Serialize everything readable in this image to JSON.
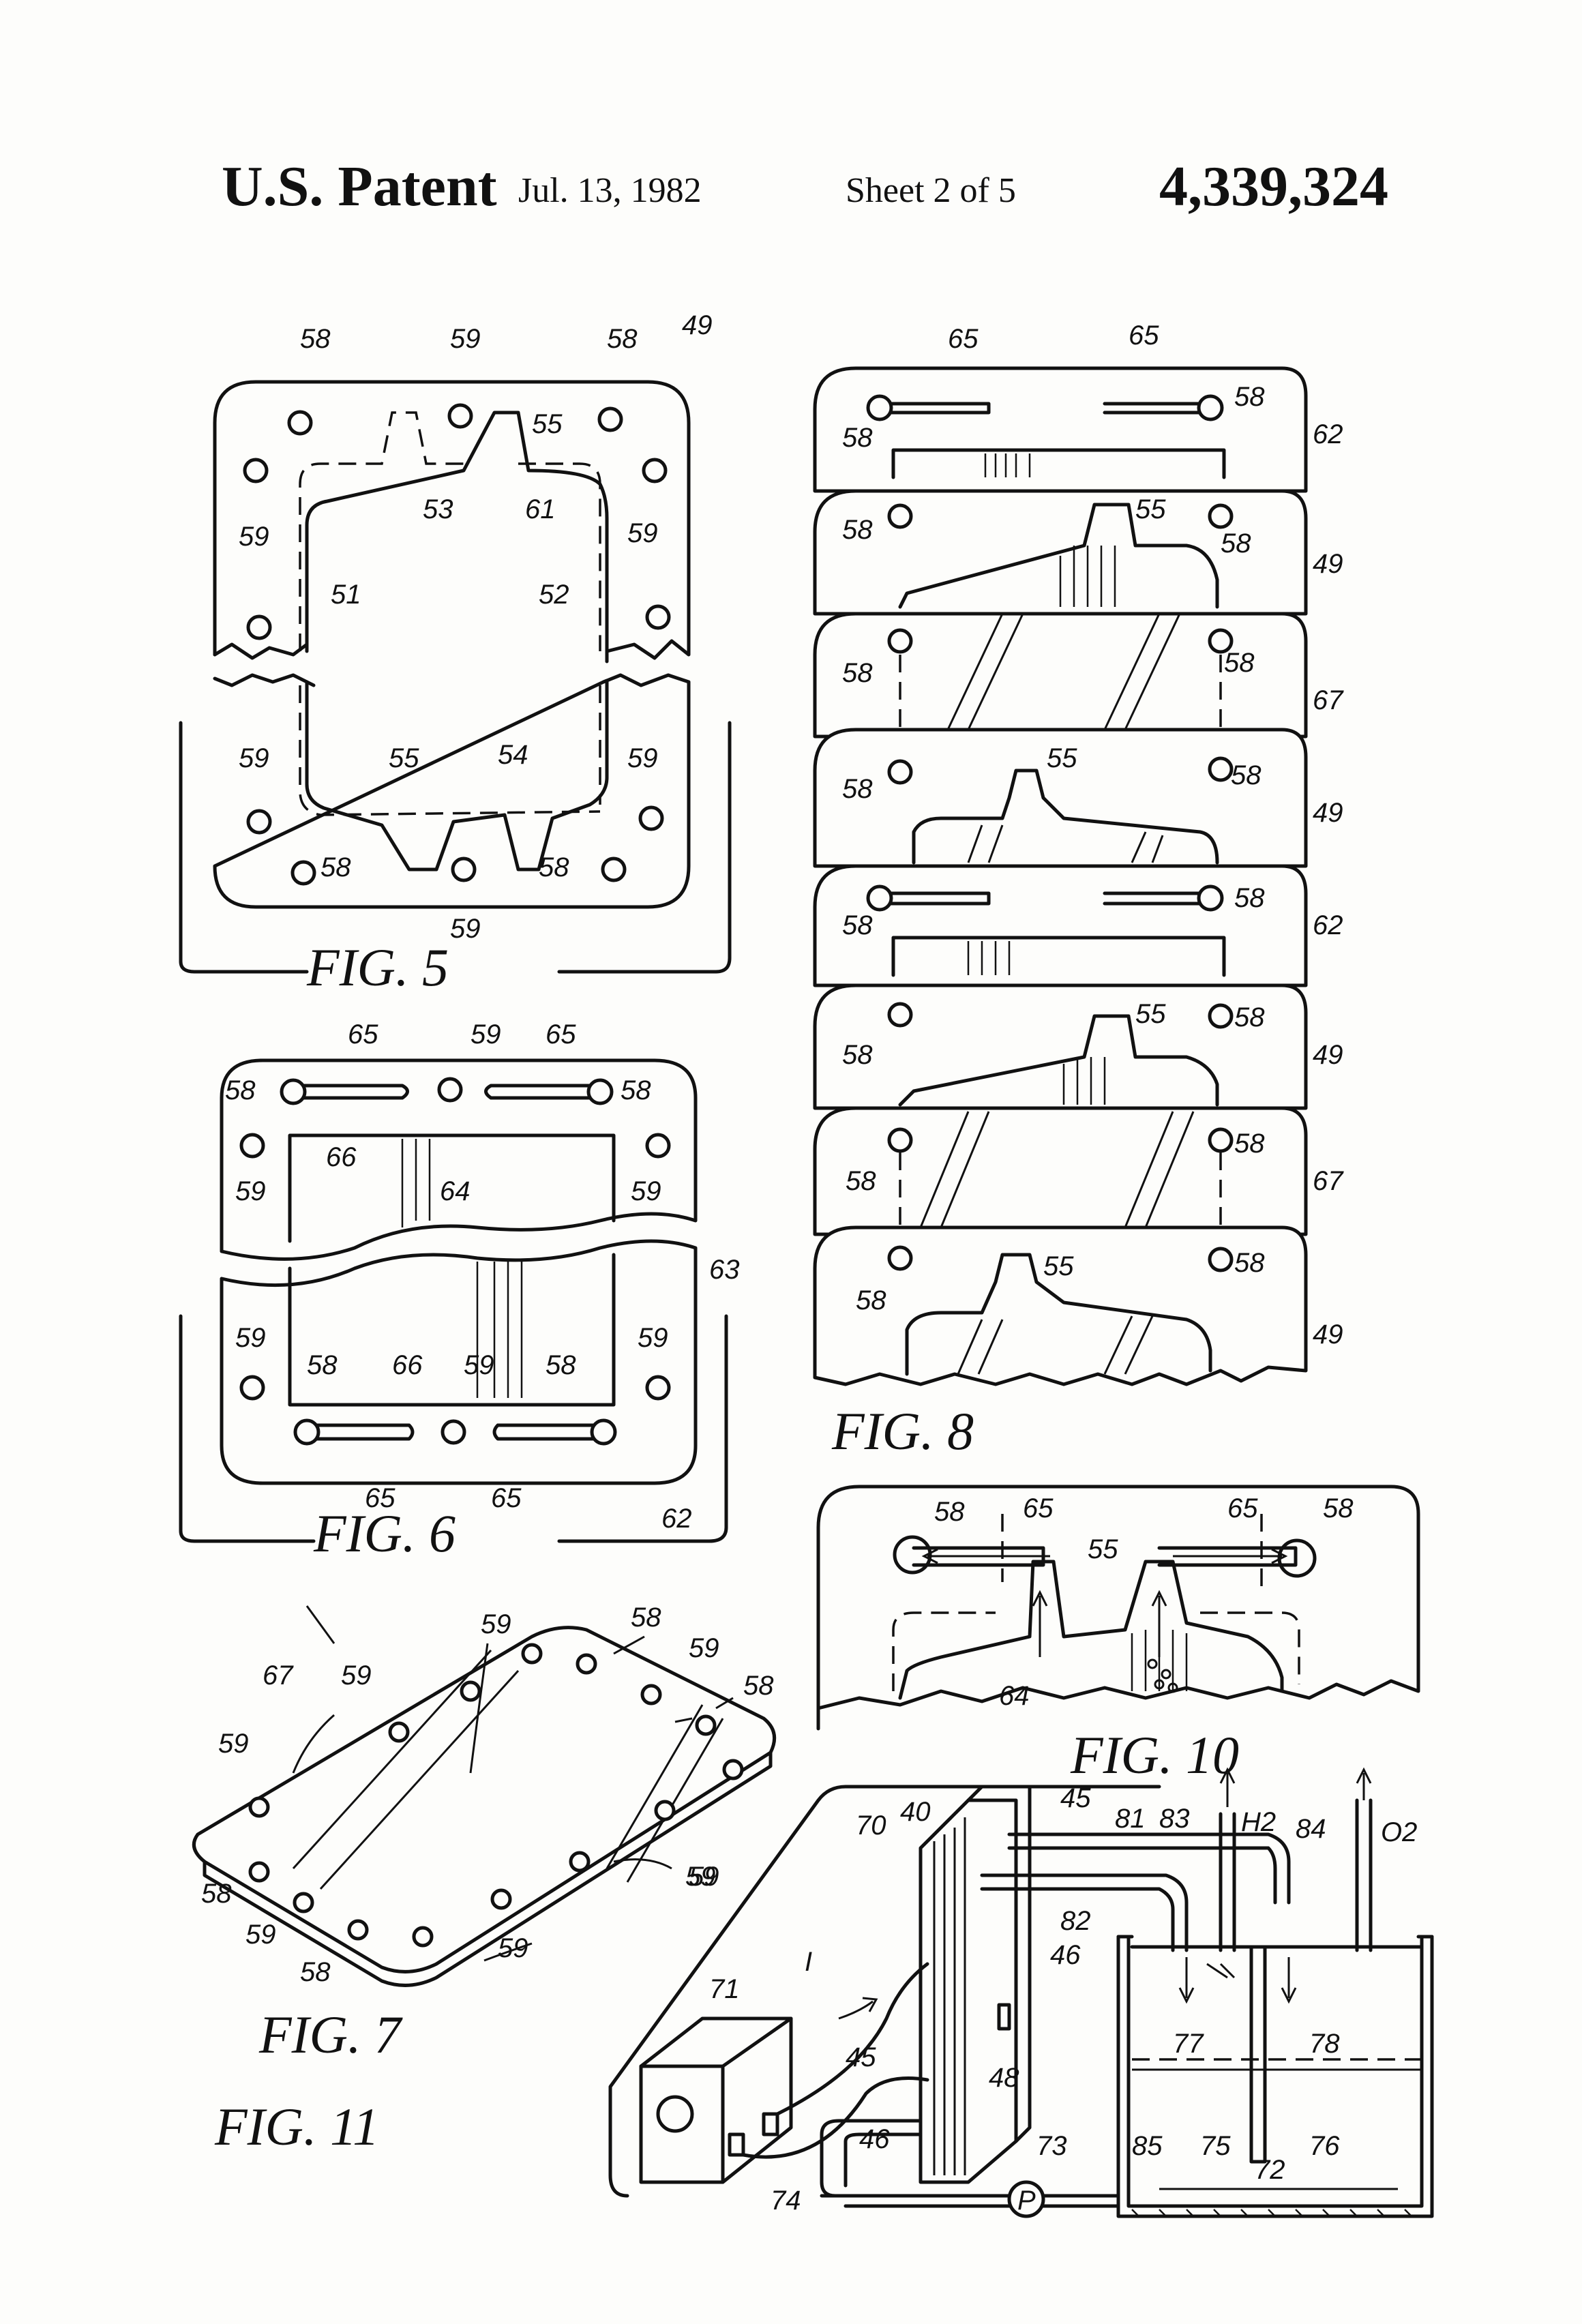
{
  "header": {
    "title": "U.S. Patent",
    "date": "Jul. 13, 1982",
    "sheet": "Sheet 2 of 5",
    "patent_number": "4,339,324"
  },
  "figures": {
    "fig5": "FIG. 5",
    "fig6": "FIG. 6",
    "fig7": "FIG. 7",
    "fig8": "FIG. 8",
    "fig10": "FIG. 10",
    "fig11": "FIG. 11"
  },
  "labels": {
    "fig5": [
      "49",
      "58",
      "59",
      "58",
      "55",
      "53",
      "61",
      "59",
      "59",
      "51",
      "52",
      "59",
      "55",
      "54",
      "59",
      "58",
      "58",
      "59"
    ],
    "fig6": [
      "65",
      "59",
      "65",
      "58",
      "58",
      "59",
      "66",
      "64",
      "59",
      "63",
      "59",
      "58",
      "66",
      "59",
      "58",
      "59",
      "65",
      "65",
      "62"
    ],
    "fig7": [
      "67",
      "59",
      "58",
      "59",
      "58",
      "59",
      "59",
      "58",
      "59",
      "59",
      "59",
      "58",
      "59"
    ],
    "fig8": [
      "65",
      "65",
      "58",
      "58",
      "62",
      "58",
      "55",
      "58",
      "49",
      "58",
      "58",
      "67",
      "58",
      "55",
      "58",
      "49",
      "58",
      "58",
      "62",
      "58",
      "55",
      "58",
      "49",
      "58",
      "58",
      "67",
      "58",
      "55",
      "58",
      "49"
    ],
    "fig10": [
      "58",
      "65",
      "65",
      "58",
      "55",
      "64"
    ],
    "fig11": [
      "70",
      "40",
      "45",
      "81",
      "83",
      "H2",
      "84",
      "O2",
      "I",
      "82",
      "46",
      "71",
      "45",
      "48",
      "77",
      "78",
      "46",
      "73",
      "85",
      "75",
      "76",
      "72",
      "74",
      "P"
    ]
  }
}
